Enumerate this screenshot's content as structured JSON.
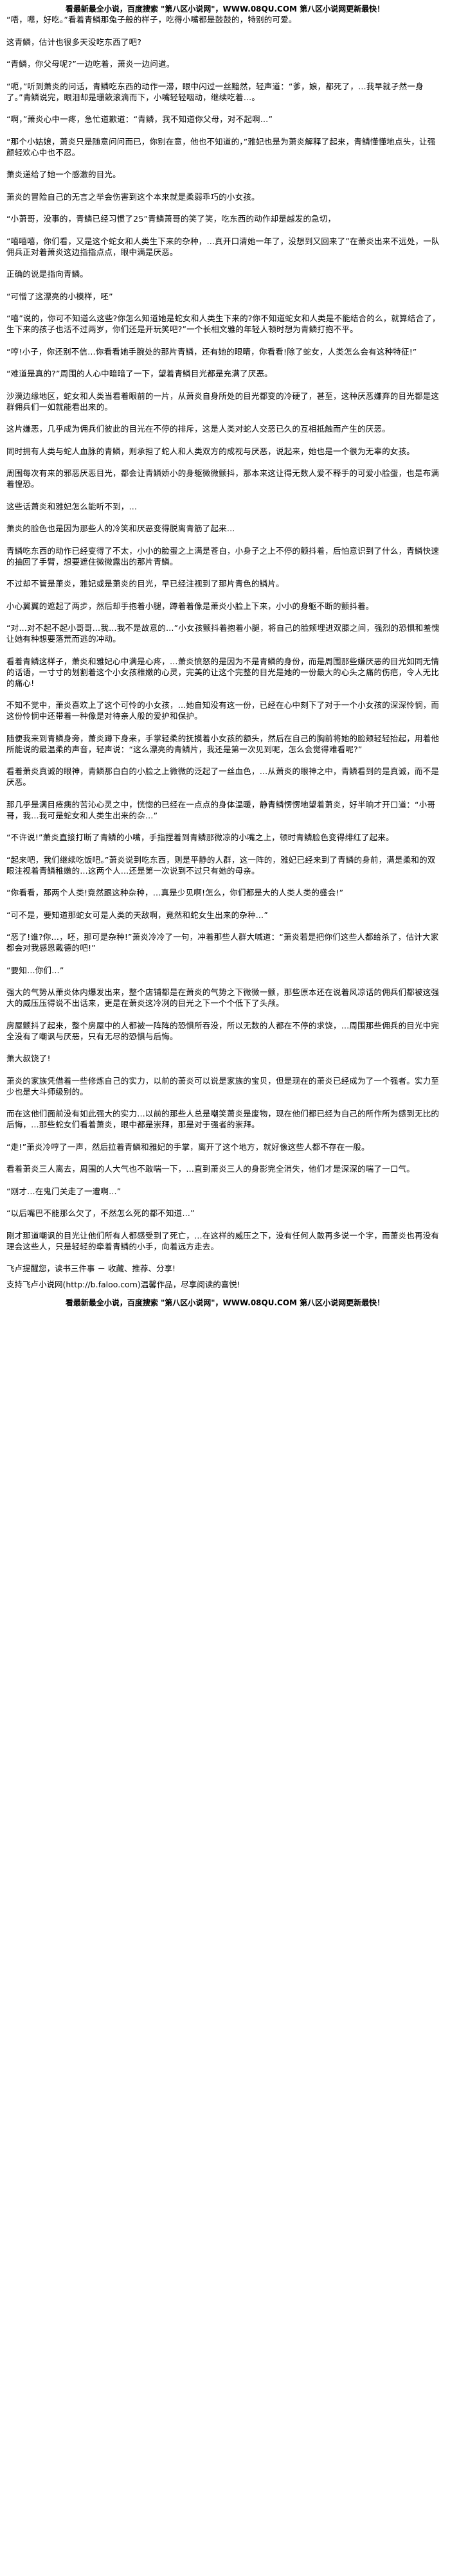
{
  "banner_top": "看最新最全小说，百度搜索 \"第八区小说网\"，WWW.08QU.COM 第八区小说网更新最快！",
  "paragraphs": [
    "“唔，嗯，好吃。”看着青鳞那兔子般的样子，吃得小嘴都是鼓鼓的，特别的可爱。",
    "这青鳞，估计也很多天没吃东西了吧?",
    "“青鳞，你父母呢?”一边吃着，萧炎一边问道。",
    "“呃，”听到萧炎的问话，青鳞吃东西的动作一滞，眼中闪过一丝黯然，轻声道：“爹，娘，都死了，…我早就孑然一身了。”青鳞说完，眼泪却是珊簌滚滴而下，小嘴轻轻咽动，继续吃着…。",
    "“啊，”萧炎心中一疼，急忙道歉道：“青鳞，我不知道你父母，对不起啊…”",
    "“那个小姑娘，萧炎只是随意问问而已，你别在意，他也不知道的，”雅妃也是为萧炎解释了起来，青鳞懂懂地点头，让强颜轻欢心中也不忍。",
    "萧炎递给了她一个感激的目光。",
    "萧炎的冒险自己的无言之举会伤害到这个本来就是柔弱乖巧的小女孩。",
    "“小萧哥，没事的，青鳞已经习惯了25”青鳞萧哥的笑了笑，吃东西的动作却是越发的急切，",
    "“嘻嘻嘻，你们看，又是这个蛇女和人类生下来的杂种，…真开口清她一年了，没想到又回来了”在萧炎出来不远处，一队佣兵正对着萧炎这边指指点点，眼中满是厌恶。",
    "正确的说是指向青鳞。",
    "“可憎了这漂亮的小模样，呸”",
    "“嘻”说的，你可不知道么这些?你怎么知道她是蛇女和人类生下来的?你不知道蛇女和人类是不能结合的么，就算结合了，生下来的孩子也活不过两岁，你们还是开玩笑吧?”一个长相文雅的年轻人顿时想为青鳞打抱不平。",
    "“哼!小子，你还别不信…你看看她手腕处的那片青鳞，还有她的眼睛，你看看!除了蛇女，人类怎么会有这种特征!”",
    "“难道是真的?”周围的人心中暗暗了一下，望着青鳞目光都是充满了厌恶。",
    "沙漠边缘地区，蛇女和人类当看着眼前的一片，从萧炎自身所处的目光都变的冷硬了，甚至，这种厌恶嫌弃的目光都是这群佣兵们一如就能看出来的。",
    "这片嫌恶，几乎成为佣兵们彼此的目光在不停的排斥，这是人类对蛇人交恶已久的互相抵触而产生的厌恶。",
    "同时拥有人类与蛇人血脉的青鳞，则承担了蛇人和人类双方的成视与厌恶，说起来，她也是一个很为无辜的女孩。",
    "周围每次有来的邪恶厌恶目光，都会让青鳞娇小的身躯微微颤抖，那本来这让得无数人爱不释手的可爱小脸蛋，也是布满着惶恐。",
    "这些话萧炎和雅妃怎么能听不到，…",
    "萧炎的脸色也是因为那些人的冷笑和厌恶变得脱离青筋了起来…",
    "青鳞吃东西的动作已经变得了不太，小小的脸蛋之上满是苍白，小身子之上不停的颤抖着，后怕意识到了什么，青鳞快速的抽回了手臂，想要遮住微微露出的那片青鳞。",
    "不过却不管是萧炎，雅妃或是萧炎的目光，早已经注视到了那片青色的鳞片。",
    "小心翼翼的遮起了两步，然后却手抱着小腿，蹲着着像是萧炎小脸上下来，小小的身躯不断的颤抖着。",
    "“对…对不起不起小哥哥…我…我不是故意的…”小女孩颤抖着抱着小腿，将自己的脸颊埋进双膝之间，强烈的恐惧和羞愧让她有种想要落荒而逃的冲动。",
    "看着青鳞这样子，萧炎和雅妃心中满是心疼，…萧炎愤怒的是因为不是青鳞的身份，而是周围那些嫌厌恶的目光如同无情的话语，一寸寸的划割着这个小女孩稚嫩的心灵，完美的让这个完整的目光是她的一份最大的心头之痛的伤疤，令人无比的痛心!",
    "不知不觉中，萧炎喜欢上了这个可怜的小女孩，…她自知没有这一份，已经在心中刻下了对于一个小女孩的深深怜悯，而这份怜悯中还带着一种像是对待亲人般的爱护和保护。",
    "随便我来到青鳞身旁，萧炎蹲下身来，手掌轻柔的抚摸着小女孩的额头，然后在自己的胸前将她的脸颊轻轻抬起，用着他所能说的最温柔的声音，轻声说：“这么漂亮的青鳞片，我还是第一次见到呢，怎么会觉得难看呢?”",
    "看着萧炎真诚的眼神，青鳞那白白的小脸之上微微的泛起了一丝血色，…从萧炎的眼神之中，青鳞看到的是真诚，而不是厌恶。",
    "那几乎是满目疮痍的苦沁心灵之中，恍惚的已经在一点点的身体温暖，静青鳞愣愣地望着萧炎，好半晌才开口道：“小哥哥，我…我可是蛇女和人类生出来的杂…”",
    "“不许说!”萧炎直接打断了青鳞的小嘴，手指捏着到青鳞那微凉的小嘴之上，顿时青鳞脸色变得绯红了起来。",
    "“起来吧，我们继续吃饭吧。”萧炎说到吃东西，则是平静的人群，这一阵的，雅妃已经来到了青鳞的身前，满是柔和的双眼注视着青鳞稚嫩的…这两个人…还是第一次说到不过只有她的母亲。",
    "“你看看，那两个人类!竟然跟这种杂种，…真是少见啊!怎么，你们都是大的人类人类的盛会!”",
    "“可不是，要知道那蛇女可是人类的天敌啊，竟然和蛇女生出来的杂种…”",
    "“恶了!谁?你…，呸，那可是杂种!”萧炎冷冷了一句，冲着那些人群大喊道：“萧炎若是把你们这些人都给杀了，估计大家都会对我感恩戴德的吧!”",
    "“要知…你们…”",
    "强大的气势从萧炎体内爆发出来，整个店铺都是在萧炎的气势之下微微一颤，那些原本还在说着风凉话的佣兵们都被这强大的威压压得说不出话来，更是在萧炎这冷冽的目光之下一个个低下了头颅。",
    "房屋颤抖了起来，整个房屋中的人都被一阵阵的恐惧所吞没，所以无数的人都在不停的求饶，…周围那些佣兵的目光中完全没有了嘲讽与厌恶，只有无尽的恐惧与后悔。",
    "萧大叔饶了!",
    "萧炎的家族凭借着一些修炼自己的实力，以前的萧炎可以说是家族的宝贝，但是现在的萧炎已经成为了一个强者。实力至少也是大斗师级别的。",
    "而在这他们面前没有如此强大的实力…以前的那些人总是嘲笑萧炎是废物，现在他们都已经为自己的所作所为感到无比的后悔，…那些蛇女们看着萧炎，眼中都是崇拜，那是对于强者的崇拜。",
    "“走!”萧炎冷哼了一声，然后拉着青鳞和雅妃的手掌，离开了这个地方，就好像这些人都不存在一般。",
    "看着萧炎三人离去，周围的人大气也不敢喘一下，…直到萧炎三人的身影完全消失，他们才是深深的喘了一口气。",
    "“刚才…在鬼门关走了一遭啊…”",
    "“以后嘴巴不能那么欠了，不然怎么死的都不知道…”",
    "刚才那道嘲讽的目光让他们所有人都感受到了死亡，…在这样的威压之下，没有任何人敢再多说一个字，而萧炎也再没有理会这些人，只是轻轻的牵着青鳞的小手，向着远方走去。"
  ],
  "footer_notes": [
    "飞卢提醒您，读书三件事 － 收藏、推荐、分享!",
    "支持飞卢小说网(http://b.faloo.com)温馨作品，尽享阅读的喜悦!"
  ],
  "banner_bottom": "看最新最全小说，百度搜索 \"第八区小说网\"，WWW.08QU.COM 第八区小说网更新最快！"
}
